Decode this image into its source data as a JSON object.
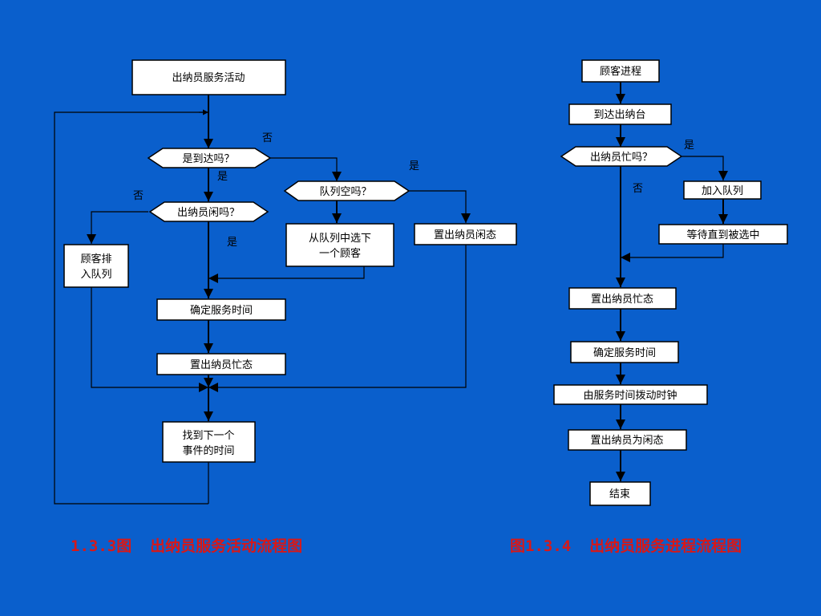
{
  "left": {
    "start": "出纳员服务活动",
    "arrive_q": "是到达吗？",
    "teller_idle_q": "出纳员闲吗？",
    "queue_empty_q": "队列空吗？",
    "customer_queue_1": "顾客排",
    "customer_queue_2": "入队列",
    "select_from_queue_1": "从队列中选下",
    "select_from_queue_2": "一个顾客",
    "set_teller_idle": "置出纳员闲态",
    "determine_time": "确定服务时间",
    "set_teller_busy": "置出纳员忙态",
    "find_next_event_1": "找到下一个",
    "find_next_event_2": "事件的时间",
    "label_no_1": "否",
    "label_yes_1": "是",
    "label_yes_2": "是",
    "label_no_2": "否",
    "label_yes_3": "是"
  },
  "right": {
    "customer_process": "顾客进程",
    "arrive_counter": "到达出纳台",
    "teller_busy_q": "出纳员忙吗？",
    "join_queue": "加入队列",
    "wait_selected": "等待直到被选中",
    "set_busy": "置出纳员忙态",
    "determine_time": "确定服务时间",
    "advance_clock": "由服务时间拨动时钟",
    "set_idle": "置出纳员为闲态",
    "end": "结束",
    "label_yes": "是",
    "label_no": "否"
  },
  "captions": {
    "left": "1.3.3图  出纳员服务活动流程图",
    "right": "图1.3.4  出纳员服务进程流程图"
  }
}
